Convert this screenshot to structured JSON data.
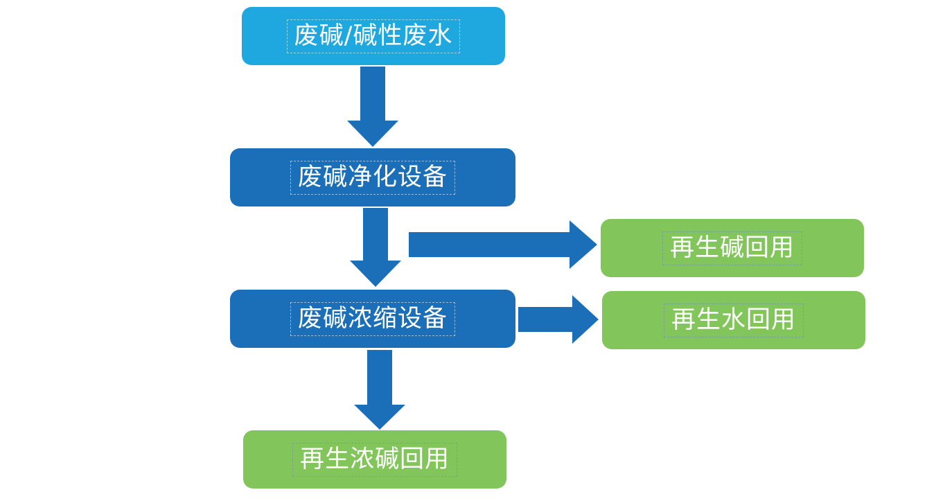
{
  "colors": {
    "input_box": "#1fa8e0",
    "process_box": "#1b6fb8",
    "output_box": "#82c55b",
    "arrow": "#1b6fb8",
    "text": "#ffffff"
  },
  "nodes": {
    "input": "废碱/碱性废水",
    "purify": "废碱净化设备",
    "concentrate": "废碱浓缩设备",
    "regen_alkali": "再生碱回用",
    "regen_water": "再生水回用",
    "regen_concentrated": "再生浓碱回用"
  },
  "edges": [
    {
      "from": "input",
      "to": "purify",
      "direction": "down"
    },
    {
      "from": "purify",
      "to": "concentrate",
      "direction": "down"
    },
    {
      "from": "purify",
      "to": "regen_alkali",
      "direction": "right"
    },
    {
      "from": "concentrate",
      "to": "regen_water",
      "direction": "right"
    },
    {
      "from": "concentrate",
      "to": "regen_concentrated",
      "direction": "down"
    }
  ]
}
